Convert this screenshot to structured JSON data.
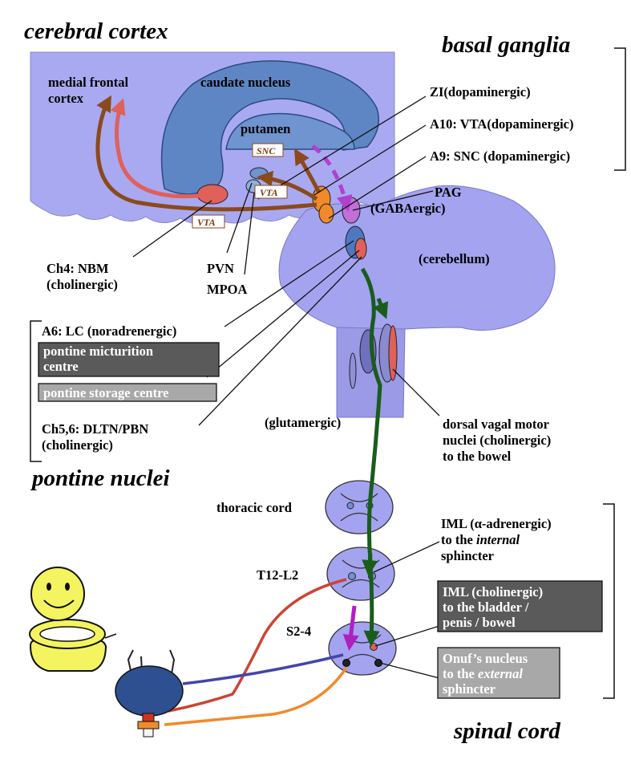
{
  "colors": {
    "cortex": "#a9a9f2",
    "brainstem": "#a3a3f0",
    "caudate": "#5f86c4",
    "dopamine_path": "#8b4a1c",
    "cortical_return": "#e0605a",
    "gaba_path": "#b040d0",
    "glutamate_path": "#1a5c1a",
    "sympathetic_path": "#cc4433",
    "parasympathetic_path": "#4444aa",
    "somatic_path": "#f08a2a",
    "micturition_box": "#5a5a5a",
    "storage_box": "#a8a8a8"
  },
  "titles": {
    "cerebral_cortex": "cerebral cortex",
    "basal_ganglia": "basal ganglia",
    "pontine_nuclei": "pontine nuclei",
    "spinal_cord": "spinal cord"
  },
  "cortex": {
    "medial_frontal_line1": "medial frontal",
    "medial_frontal_line2": "cortex",
    "caudate": "caudate nucleus",
    "putamen": "putamen",
    "cerebellum": "(cerebellum)"
  },
  "tags": {
    "snc": "SNC",
    "vta_upper": "VTA",
    "vta_lower": "VTA"
  },
  "basal_ganglia_labels": {
    "zi": "ZI(dopaminergic)",
    "a10": "A10: VTA(dopaminergic)",
    "a9": "A9: SNC (dopaminergic)",
    "pag_line1": "PAG",
    "pag_line2": "(GABAergic)"
  },
  "left_labels": {
    "ch4_line1": "Ch4: NBM",
    "ch4_line2": "(cholinergic)",
    "pvn": "PVN",
    "mpoa": "MPOA"
  },
  "pontine": {
    "a6": "A6: LC (noradrenergic)",
    "micturition_line1": "pontine micturition",
    "micturition_line2": "centre",
    "storage": "pontine storage centre",
    "ch56_line1": "Ch5,6: DLTN/PBN",
    "ch56_line2": "(cholinergic)"
  },
  "glutamergic": "(glutamergic)",
  "vagal": {
    "line1": "dorsal vagal motor",
    "line2": "nuclei (cholinergic)",
    "line3": "to the bowel"
  },
  "cord_levels": {
    "thoracic": "thoracic cord",
    "t12": "T12-L2",
    "s2": "S2-4"
  },
  "spinal_labels": {
    "iml_alpha_line1": "IML (α-adrenergic)",
    "iml_alpha_line2_pre": "to the ",
    "iml_alpha_line2_em": "internal",
    "iml_alpha_line3": "sphincter",
    "iml_chol_line1": "IML (cholinergic)",
    "iml_chol_line2": "to the bladder /",
    "iml_chol_line3": "penis / bowel",
    "onuf_line1": "Onuf’s nucleus",
    "onuf_line2_pre": "to the ",
    "onuf_line2_em": "external",
    "onuf_line3": "sphincter"
  }
}
